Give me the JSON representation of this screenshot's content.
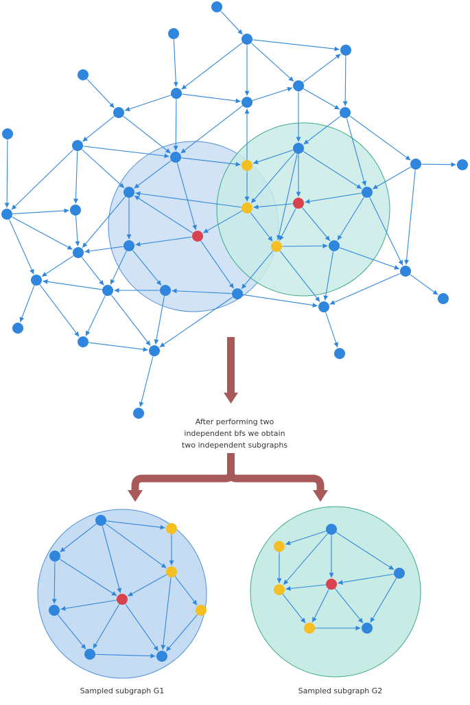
{
  "colors": {
    "node_default": "#2f86dc",
    "node_seed": "#d9434f",
    "node_bfs": "#f5bf24",
    "edge": "#2f86dc",
    "region_g1_fill": "#c5dcf3",
    "region_g1_stroke": "#4f8fd6",
    "region_g2_fill": "#c9ebe6",
    "region_g2_stroke": "#3aa88a",
    "arrow": "#a85a5a"
  },
  "caption_bfs": [
    "After performing two",
    "independent bfs we obtain",
    "two independent subgraphs"
  ],
  "caption_g1": "Sampled subgraph G1",
  "caption_g2": "Sampled subgraph G2"
}
